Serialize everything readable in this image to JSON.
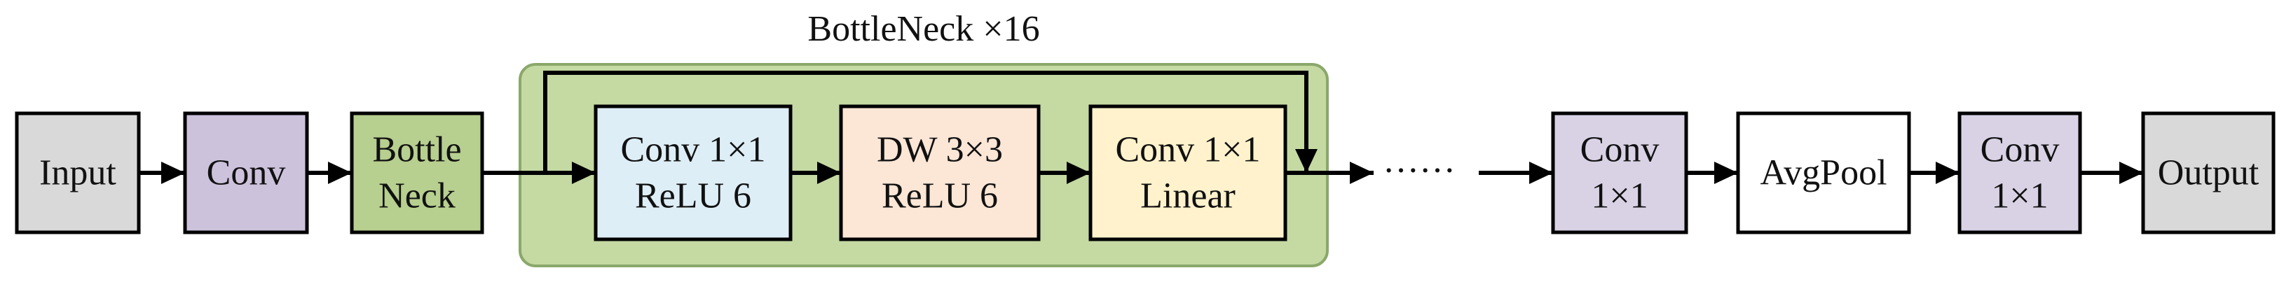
{
  "group": {
    "title": "BottleNeck ×16",
    "fill": "#c5d9a3",
    "stroke": "#8aa86a"
  },
  "blocks": {
    "input": {
      "lines": [
        "Input"
      ],
      "fill": "#d9d9d9"
    },
    "conv": {
      "lines": [
        "Conv"
      ],
      "fill": "#cdc2dc"
    },
    "bottleneck": {
      "lines": [
        "Bottle",
        "Neck"
      ],
      "fill": "#b7cf8f"
    },
    "conv1x1_relu": {
      "lines": [
        "Conv 1×1",
        "ReLU 6"
      ],
      "fill": "#deeef6"
    },
    "dw3x3_relu": {
      "lines": [
        "DW 3×3",
        "ReLU 6"
      ],
      "fill": "#fce6d6"
    },
    "conv1x1_lin": {
      "lines": [
        "Conv 1×1",
        "Linear"
      ],
      "fill": "#fff2cc"
    },
    "conv1x1_a": {
      "lines": [
        "Conv",
        "1×1"
      ],
      "fill": "#d9d2e5"
    },
    "avgpool": {
      "lines": [
        "AvgPool"
      ],
      "fill": "#ffffff"
    },
    "conv1x1_b": {
      "lines": [
        "Conv",
        "1×1"
      ],
      "fill": "#d9d2e5"
    },
    "output": {
      "lines": [
        "Output"
      ],
      "fill": "#d9d9d9"
    }
  },
  "ellipsis": "······"
}
